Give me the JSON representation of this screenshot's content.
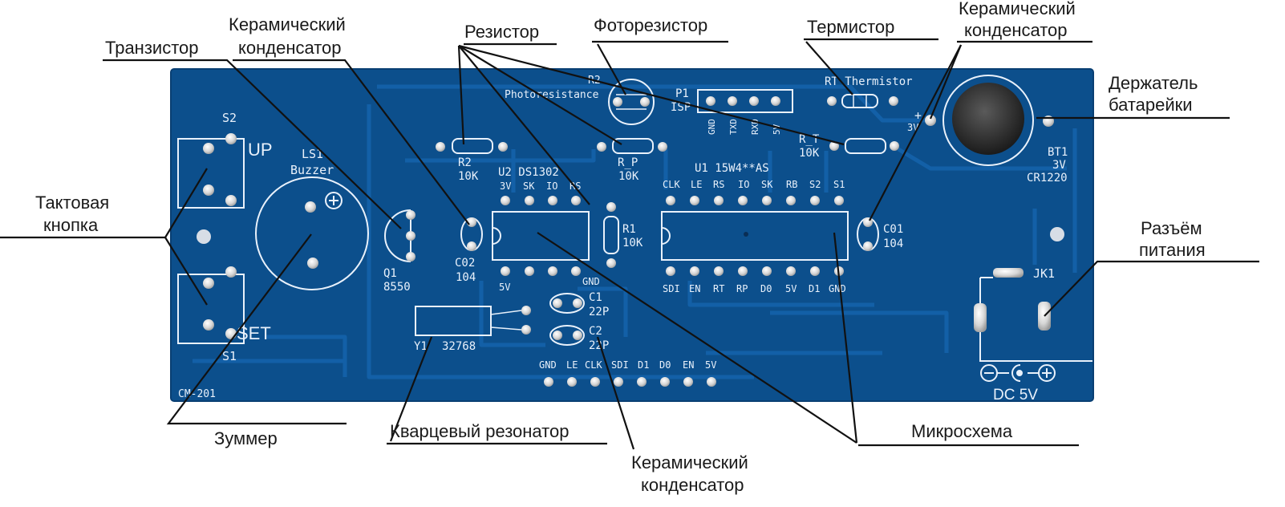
{
  "labels": {
    "transistor": "Транзистор",
    "ceramic_cap_top_left_line1": "Керамический",
    "ceramic_cap_top_left_line2": "конденсатор",
    "resistor": "Резистор",
    "photoresistor": "Фоторезистор",
    "thermistor": "Термистор",
    "ceramic_cap_top_right_line1": "Керамический",
    "ceramic_cap_top_right_line2": "конденсатор",
    "battery_holder_line1": "Держатель",
    "battery_holder_line2": "батарейки",
    "tact_button_line1": "Тактовая",
    "tact_button_line2": "кнопка",
    "power_jack_line1": "Разъём",
    "power_jack_line2": "питания",
    "buzzer": "Зуммер",
    "crystal": "Кварцевый резонатор",
    "ceramic_cap_bottom_line1": "Керамический",
    "ceramic_cap_bottom_line2": "конденсатор",
    "ic": "Микросхема"
  },
  "silkscreen": {
    "s2": "S2",
    "up": "UP",
    "s1": "S1",
    "set": "SET",
    "ls1": "LS1",
    "buzzer": "Buzzer",
    "q1": "Q1",
    "q1_val": "8550",
    "co2": "C02",
    "co2_val": "104",
    "r2": "R2",
    "r2_val": "10K",
    "rp": "R_P",
    "rp_val": "10K",
    "r1": "R1",
    "r1_val": "10K",
    "rp2": "R2",
    "photoresistance": "Photoresistance",
    "p1": "P1",
    "isp": "ISP",
    "isp_pins": [
      "GND",
      "TXD",
      "RXD",
      "5V"
    ],
    "rt_thermistor": "RT Thermistor",
    "r_t": "R_T",
    "r_t_val": "10K",
    "plus": "+",
    "v3": "3V",
    "bt1": "BT1",
    "bt1_v": "3V",
    "bt1_type": "CR1220",
    "u2": "U2 DS1302",
    "u2_top_pins": [
      "3V",
      "SK",
      "IO",
      "RS"
    ],
    "u2_bottom_left": "5V",
    "u2_bottom_right": "GND",
    "u1": "U1 15W4**AS",
    "u1_top_pins": [
      "CLK",
      "LE",
      "RS",
      "IO",
      "SK",
      "RB",
      "S2",
      "S1"
    ],
    "u1_bottom_pins": [
      "SDI",
      "EN",
      "RT",
      "RP",
      "D0",
      "5V",
      "D1",
      "GND"
    ],
    "co1": "C01",
    "co1_val": "104",
    "c1": "C1",
    "c1_val": "22P",
    "c2": "C2",
    "c2_val": "22P",
    "y1": "Y1",
    "y1_val": "32768",
    "header_pins": [
      "GND",
      "LE",
      "CLK",
      "SDI",
      "D1",
      "D0",
      "EN",
      "5V"
    ],
    "jk1": "JK1",
    "dc": "DC 5V",
    "board_id": "CM-201"
  },
  "colors": {
    "board": "#0c4f8c",
    "board_edge": "#093f73",
    "trace": "#1560a6",
    "silk": "#e9f1fb",
    "pad": "#e3e3e3",
    "pad_hole": "#6a6a6a",
    "leader": "#111111"
  }
}
